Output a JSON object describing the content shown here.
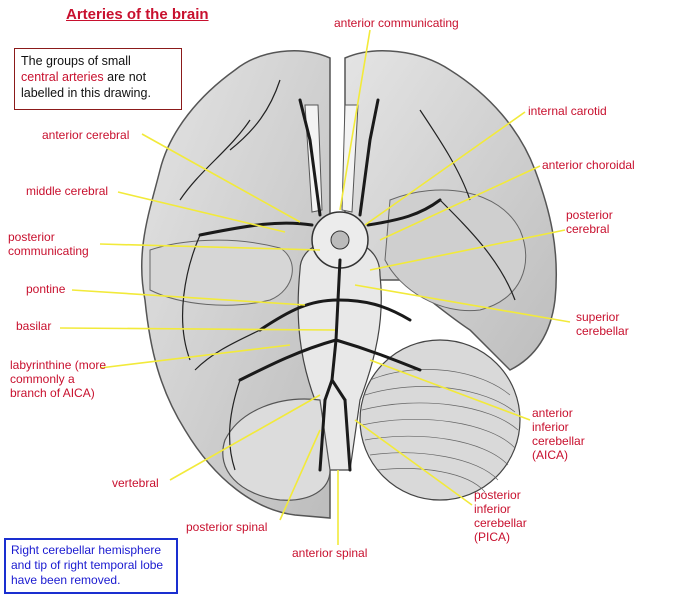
{
  "title": "Arteries of the brain",
  "note_top": {
    "line1": "The groups of small",
    "highlight": "central arteries",
    "rest": " are not labelled in this drawing."
  },
  "note_bottom": "Right cerebellar hemisphere and tip of right temporal lobe have been removed.",
  "labels": {
    "anterior_communicating": "anterior communicating",
    "internal_carotid": "internal carotid",
    "anterior_choroidal": "anterior choroidal",
    "posterior_cerebral_1": "posterior",
    "posterior_cerebral_2": "cerebral",
    "superior_cerebellar_1": "superior",
    "superior_cerebellar_2": "cerebellar",
    "aica_1": "anterior",
    "aica_2": "inferior",
    "aica_3": "cerebellar",
    "aica_4": "(AICA)",
    "pica_1": "posterior",
    "pica_2": "inferior",
    "pica_3": "cerebellar",
    "pica_4": "(PICA)",
    "anterior_spinal": "anterior spinal",
    "posterior_spinal": "posterior spinal",
    "vertebral": "vertebral",
    "labyrinthine_1": "labyrinthine (more",
    "labyrinthine_2": "commonly a",
    "labyrinthine_3": "branch of AICA)",
    "basilar": "basilar",
    "pontine": "pontine",
    "posterior_communicating_1": "posterior",
    "posterior_communicating_2": "communicating",
    "middle_cerebral": "middle cerebral",
    "anterior_cerebral": "anterior cerebral"
  },
  "colors": {
    "label_red": "#c8102e",
    "leader_yellow": "#f2ea3a",
    "note_blue": "#1a2fd0",
    "artery_dark": "#1a1a1a",
    "brain_gray": "#c9c9c9"
  }
}
